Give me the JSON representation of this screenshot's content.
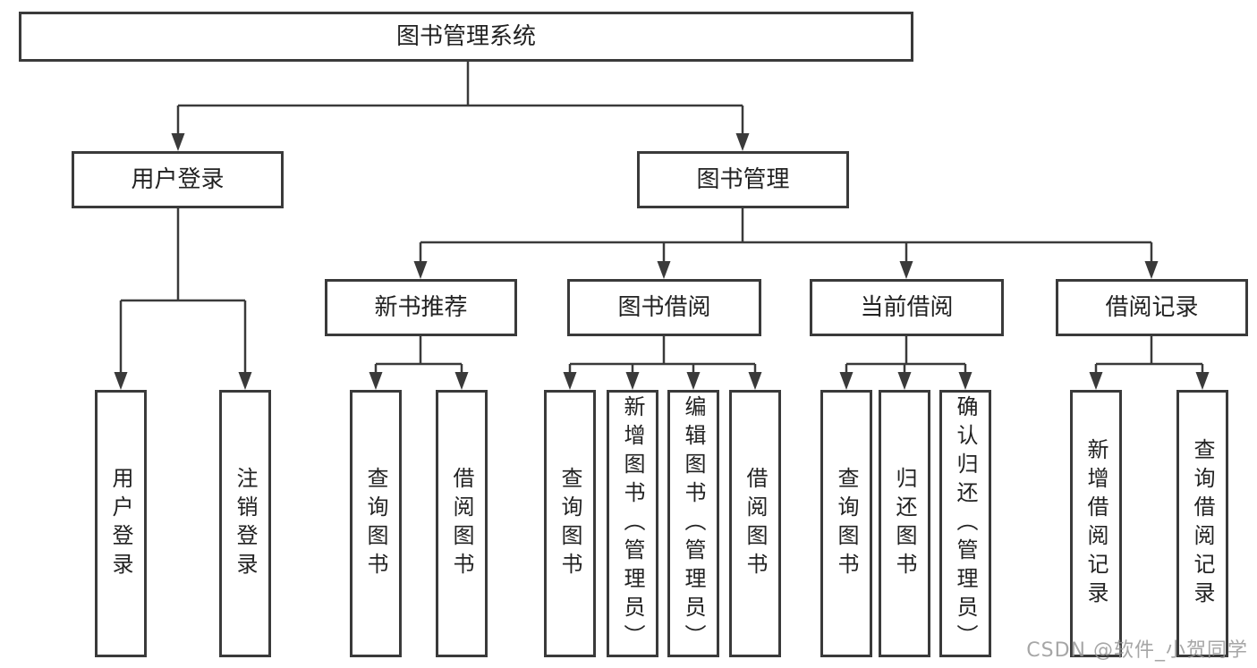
{
  "chart": {
    "root": {
      "label": "图书管理系统"
    },
    "branches": [
      {
        "label": "用户登录",
        "leaves": [
          {
            "label": "用户登录"
          },
          {
            "label": "注销登录"
          }
        ]
      },
      {
        "label": "图书管理",
        "groups": [
          {
            "label": "新书推荐",
            "leaves": [
              {
                "label": "查询图书"
              },
              {
                "label": "借阅图书"
              }
            ]
          },
          {
            "label": "图书借阅",
            "leaves": [
              {
                "label": "查询图书"
              },
              {
                "label": "新增图书（管理员）"
              },
              {
                "label": "编辑图书（管理员）"
              },
              {
                "label": "借阅图书"
              }
            ]
          },
          {
            "label": "当前借阅",
            "leaves": [
              {
                "label": "查询图书"
              },
              {
                "label": "归还图书"
              },
              {
                "label": "确认归还（管理员）"
              }
            ]
          },
          {
            "label": "借阅记录",
            "leaves": [
              {
                "label": "新增借阅记录"
              },
              {
                "label": "查询借阅记录"
              }
            ]
          }
        ]
      }
    ]
  },
  "watermark": {
    "text": "CSDN @软件_小贺同学"
  },
  "colors": {
    "line": "#3a3a3a",
    "border": "#3a3a3a",
    "text": "#222222",
    "watermark": "#a0a0a0",
    "background": "#ffffff"
  }
}
